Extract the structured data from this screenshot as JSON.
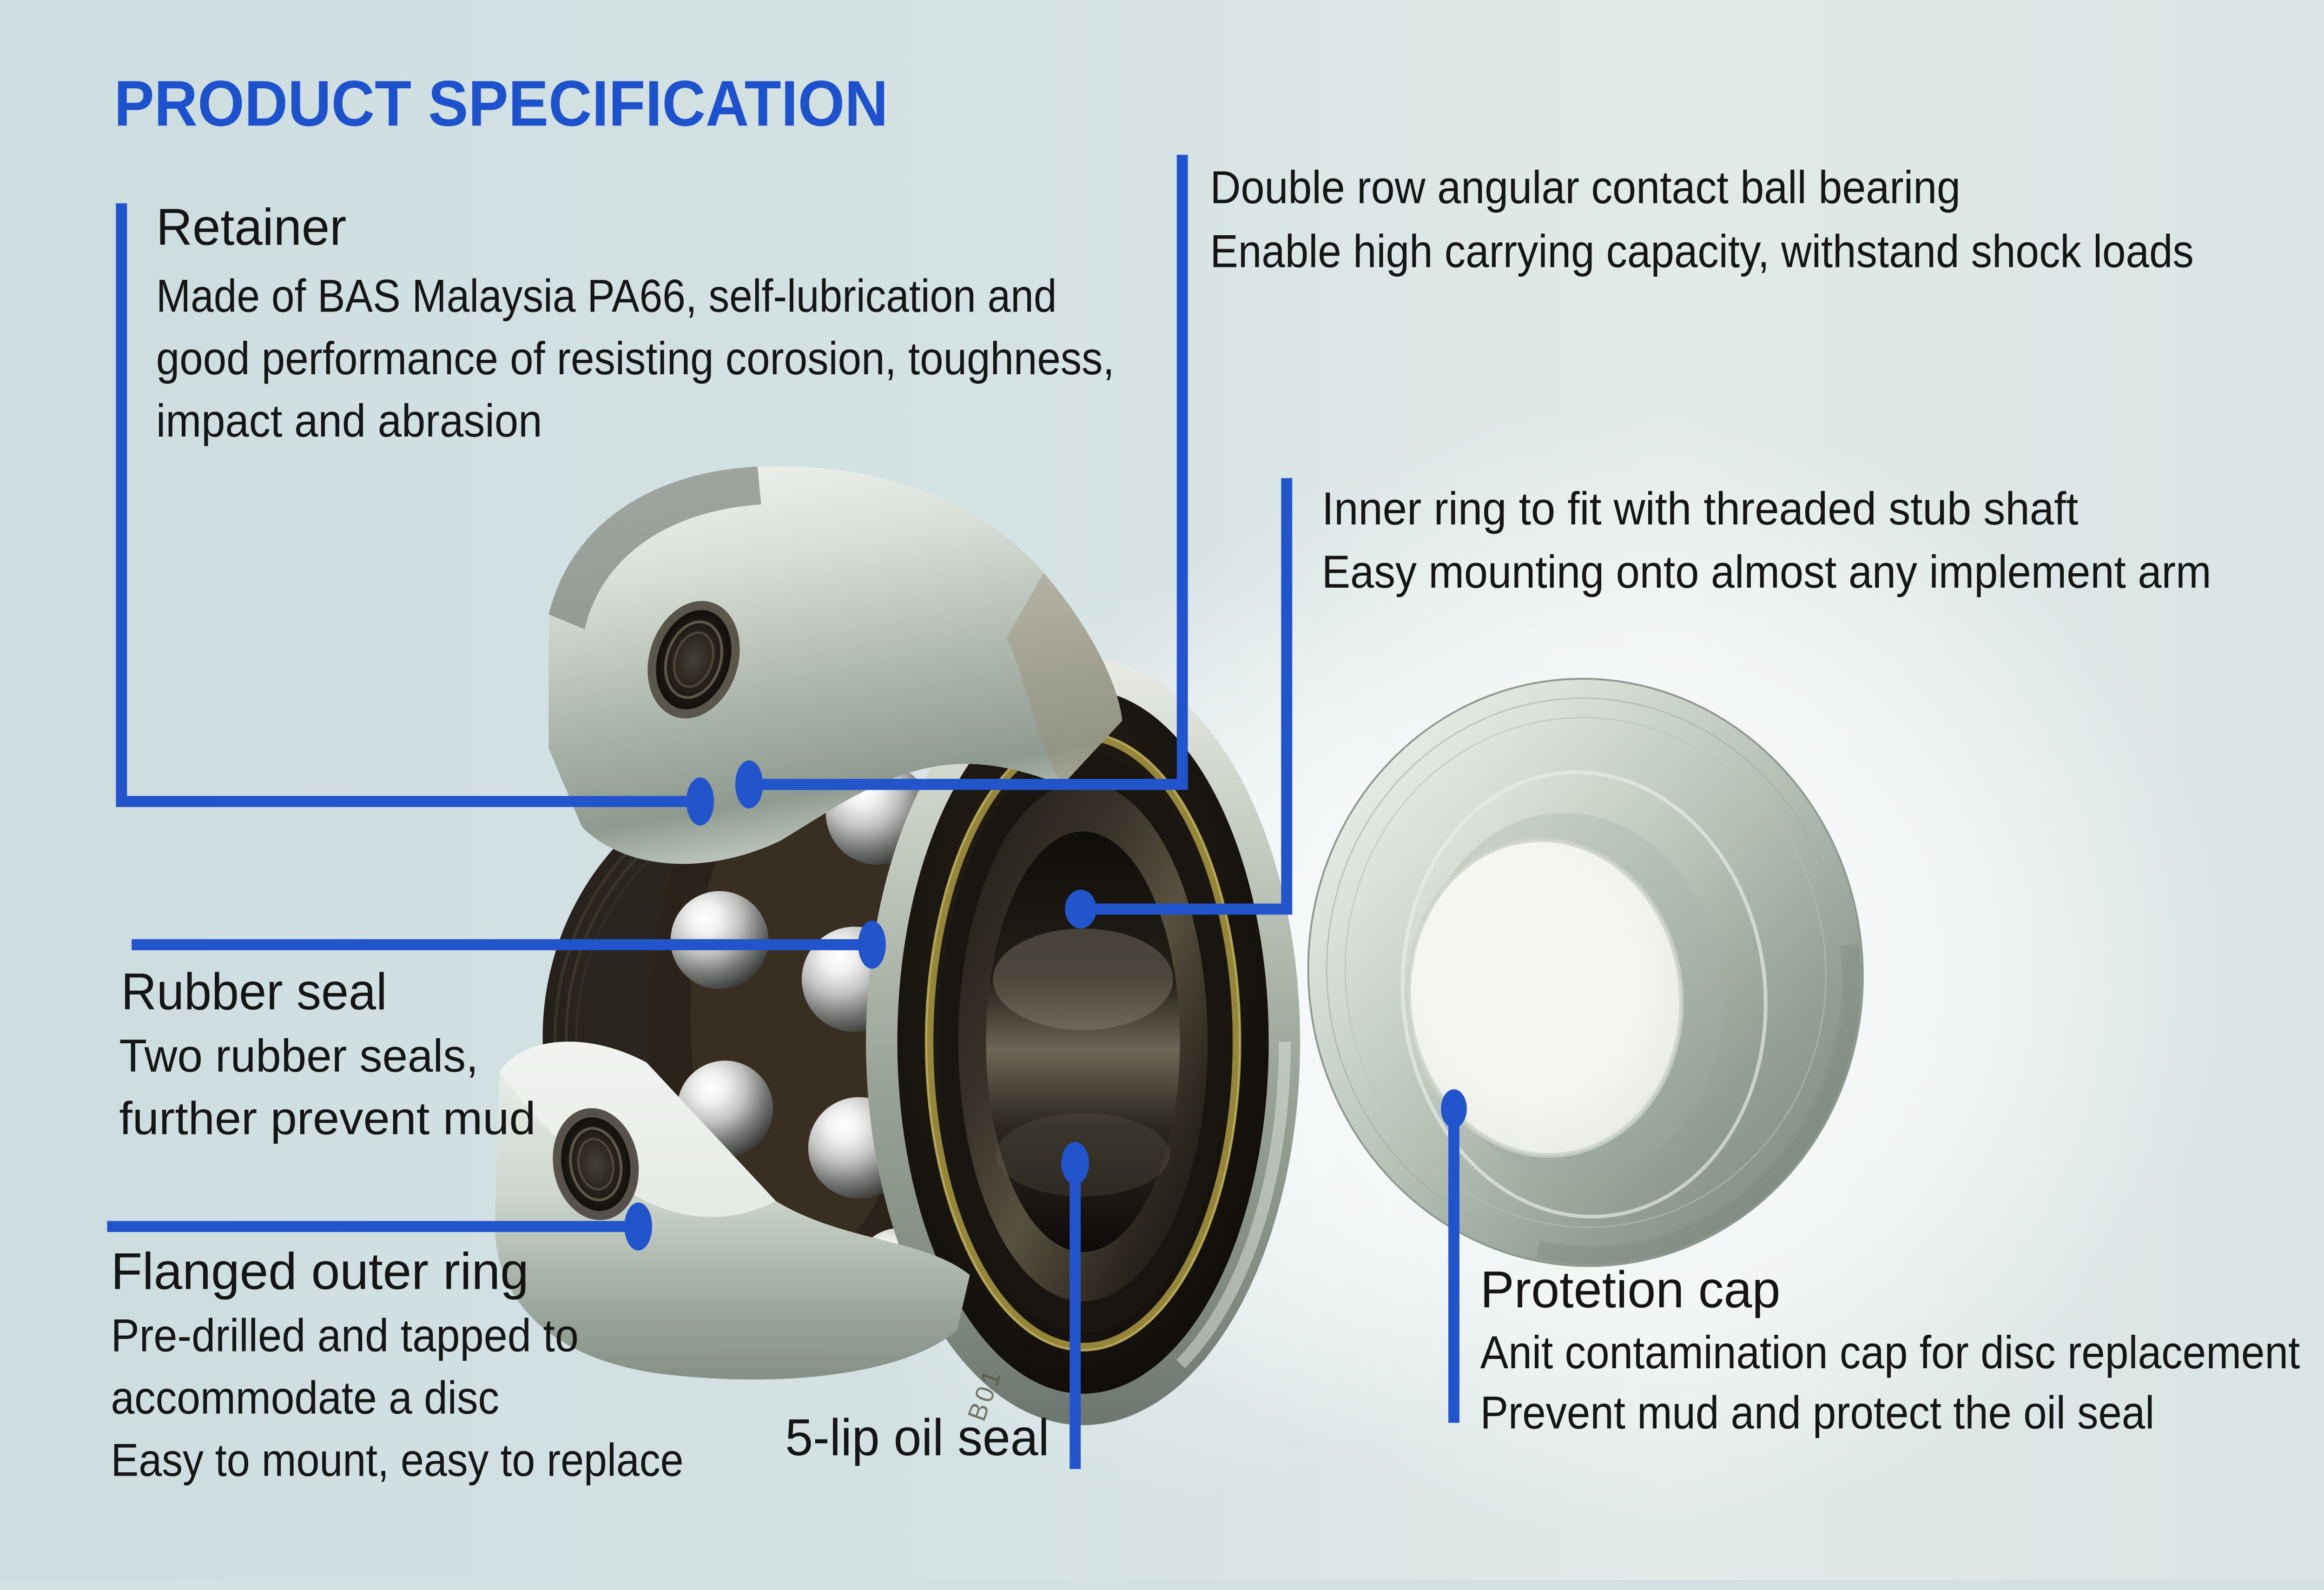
{
  "title": "PRODUCT SPECIFICATION",
  "colors": {
    "background": "#d2e0e2",
    "accent_blue": "#2255cb",
    "title_blue": "#1e52cd",
    "text": "#151515"
  },
  "photo": {
    "marking": "B01"
  },
  "callouts": {
    "retainer": {
      "heading": "Retainer",
      "lines": [
        "Made of BAS Malaysia PA66, self-lubrication and",
        "good performance of resisting corosion, toughness,",
        "impact and abrasion"
      ]
    },
    "double_row": {
      "lines": [
        "Double row angular contact ball bearing",
        "Enable high carrying capacity, withstand shock loads"
      ]
    },
    "inner_ring": {
      "lines": [
        "Inner ring to fit with threaded stub shaft",
        "Easy mounting onto almost any implement arm"
      ]
    },
    "rubber_seal": {
      "heading": "Rubber seal",
      "lines": [
        "Two rubber seals,",
        "further prevent mud"
      ]
    },
    "flanged_outer_ring": {
      "heading": "Flanged outer ring",
      "lines": [
        "Pre-drilled and tapped to",
        "accommodate a disc",
        "Easy to mount, easy to replace"
      ]
    },
    "oil_seal": {
      "heading": "5-lip oil seal"
    },
    "protection_cap": {
      "heading": "Protetion cap",
      "lines": [
        "Anit contamination cap for disc replacement",
        "Prevent mud and protect the oil seal"
      ]
    }
  }
}
